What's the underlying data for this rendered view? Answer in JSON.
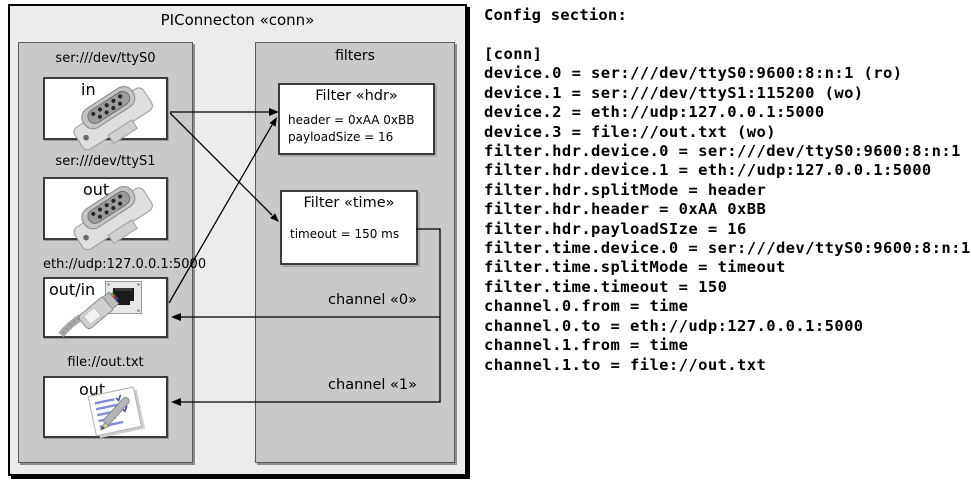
{
  "diagram": {
    "title": "PIConnecton «conn»",
    "filters_panel": {
      "title": "filters",
      "filters": [
        {
          "title": "Filter «hdr»",
          "properties": [
            "header = 0xAA 0xBB",
            "payloadSize = 16"
          ]
        },
        {
          "title": "Filter «time»",
          "properties": [
            "timeout = 150 ms"
          ]
        }
      ]
    },
    "devices": [
      {
        "label": "ser:///dev/ttyS0",
        "direction": "in",
        "icon": "serial-connector-icon"
      },
      {
        "label": "ser:///dev/ttyS1",
        "direction": "out",
        "icon": "serial-connector-icon"
      },
      {
        "label": "eth://udp:127.0.0.1:5000",
        "direction": "out/in",
        "icon": "ethernet-plug-icon"
      },
      {
        "label": "file://out.txt",
        "direction": "out",
        "icon": "notepad-icon"
      }
    ],
    "channels": [
      {
        "label": "channel «0»"
      },
      {
        "label": "channel «1»"
      }
    ]
  },
  "config": {
    "heading": "Config section:",
    "lines": [
      "[conn]",
      "device.0 = ser:///dev/ttyS0:9600:8:n:1 (ro)",
      "device.1 = ser:///dev/ttyS1:115200 (wo)",
      "device.2 = eth://udp:127.0.0.1:5000",
      "device.3 = file://out.txt (wo)",
      "filter.hdr.device.0 = ser:///dev/ttyS0:9600:8:n:1",
      "filter.hdr.device.1 = eth://udp:127.0.0.1:5000",
      "filter.hdr.splitMode = header",
      "filter.hdr.header = 0xAA 0xBB",
      "filter.hdr.payloadSIze = 16",
      "filter.time.device.0 = ser:///dev/ttyS0:9600:8:n:1",
      "filter.time.splitMode = timeout",
      "filter.time.timeout = 150",
      "channel.0.from = time",
      "channel.0.to = eth://udp:127.0.0.1:5000",
      "channel.1.from = time",
      "channel.1.to = file://out.txt"
    ]
  },
  "colors": {
    "outer_bg": "#ececec",
    "panel_bg": "#c9c9c9",
    "box_bg": "#ffffff",
    "line": "#000000"
  }
}
